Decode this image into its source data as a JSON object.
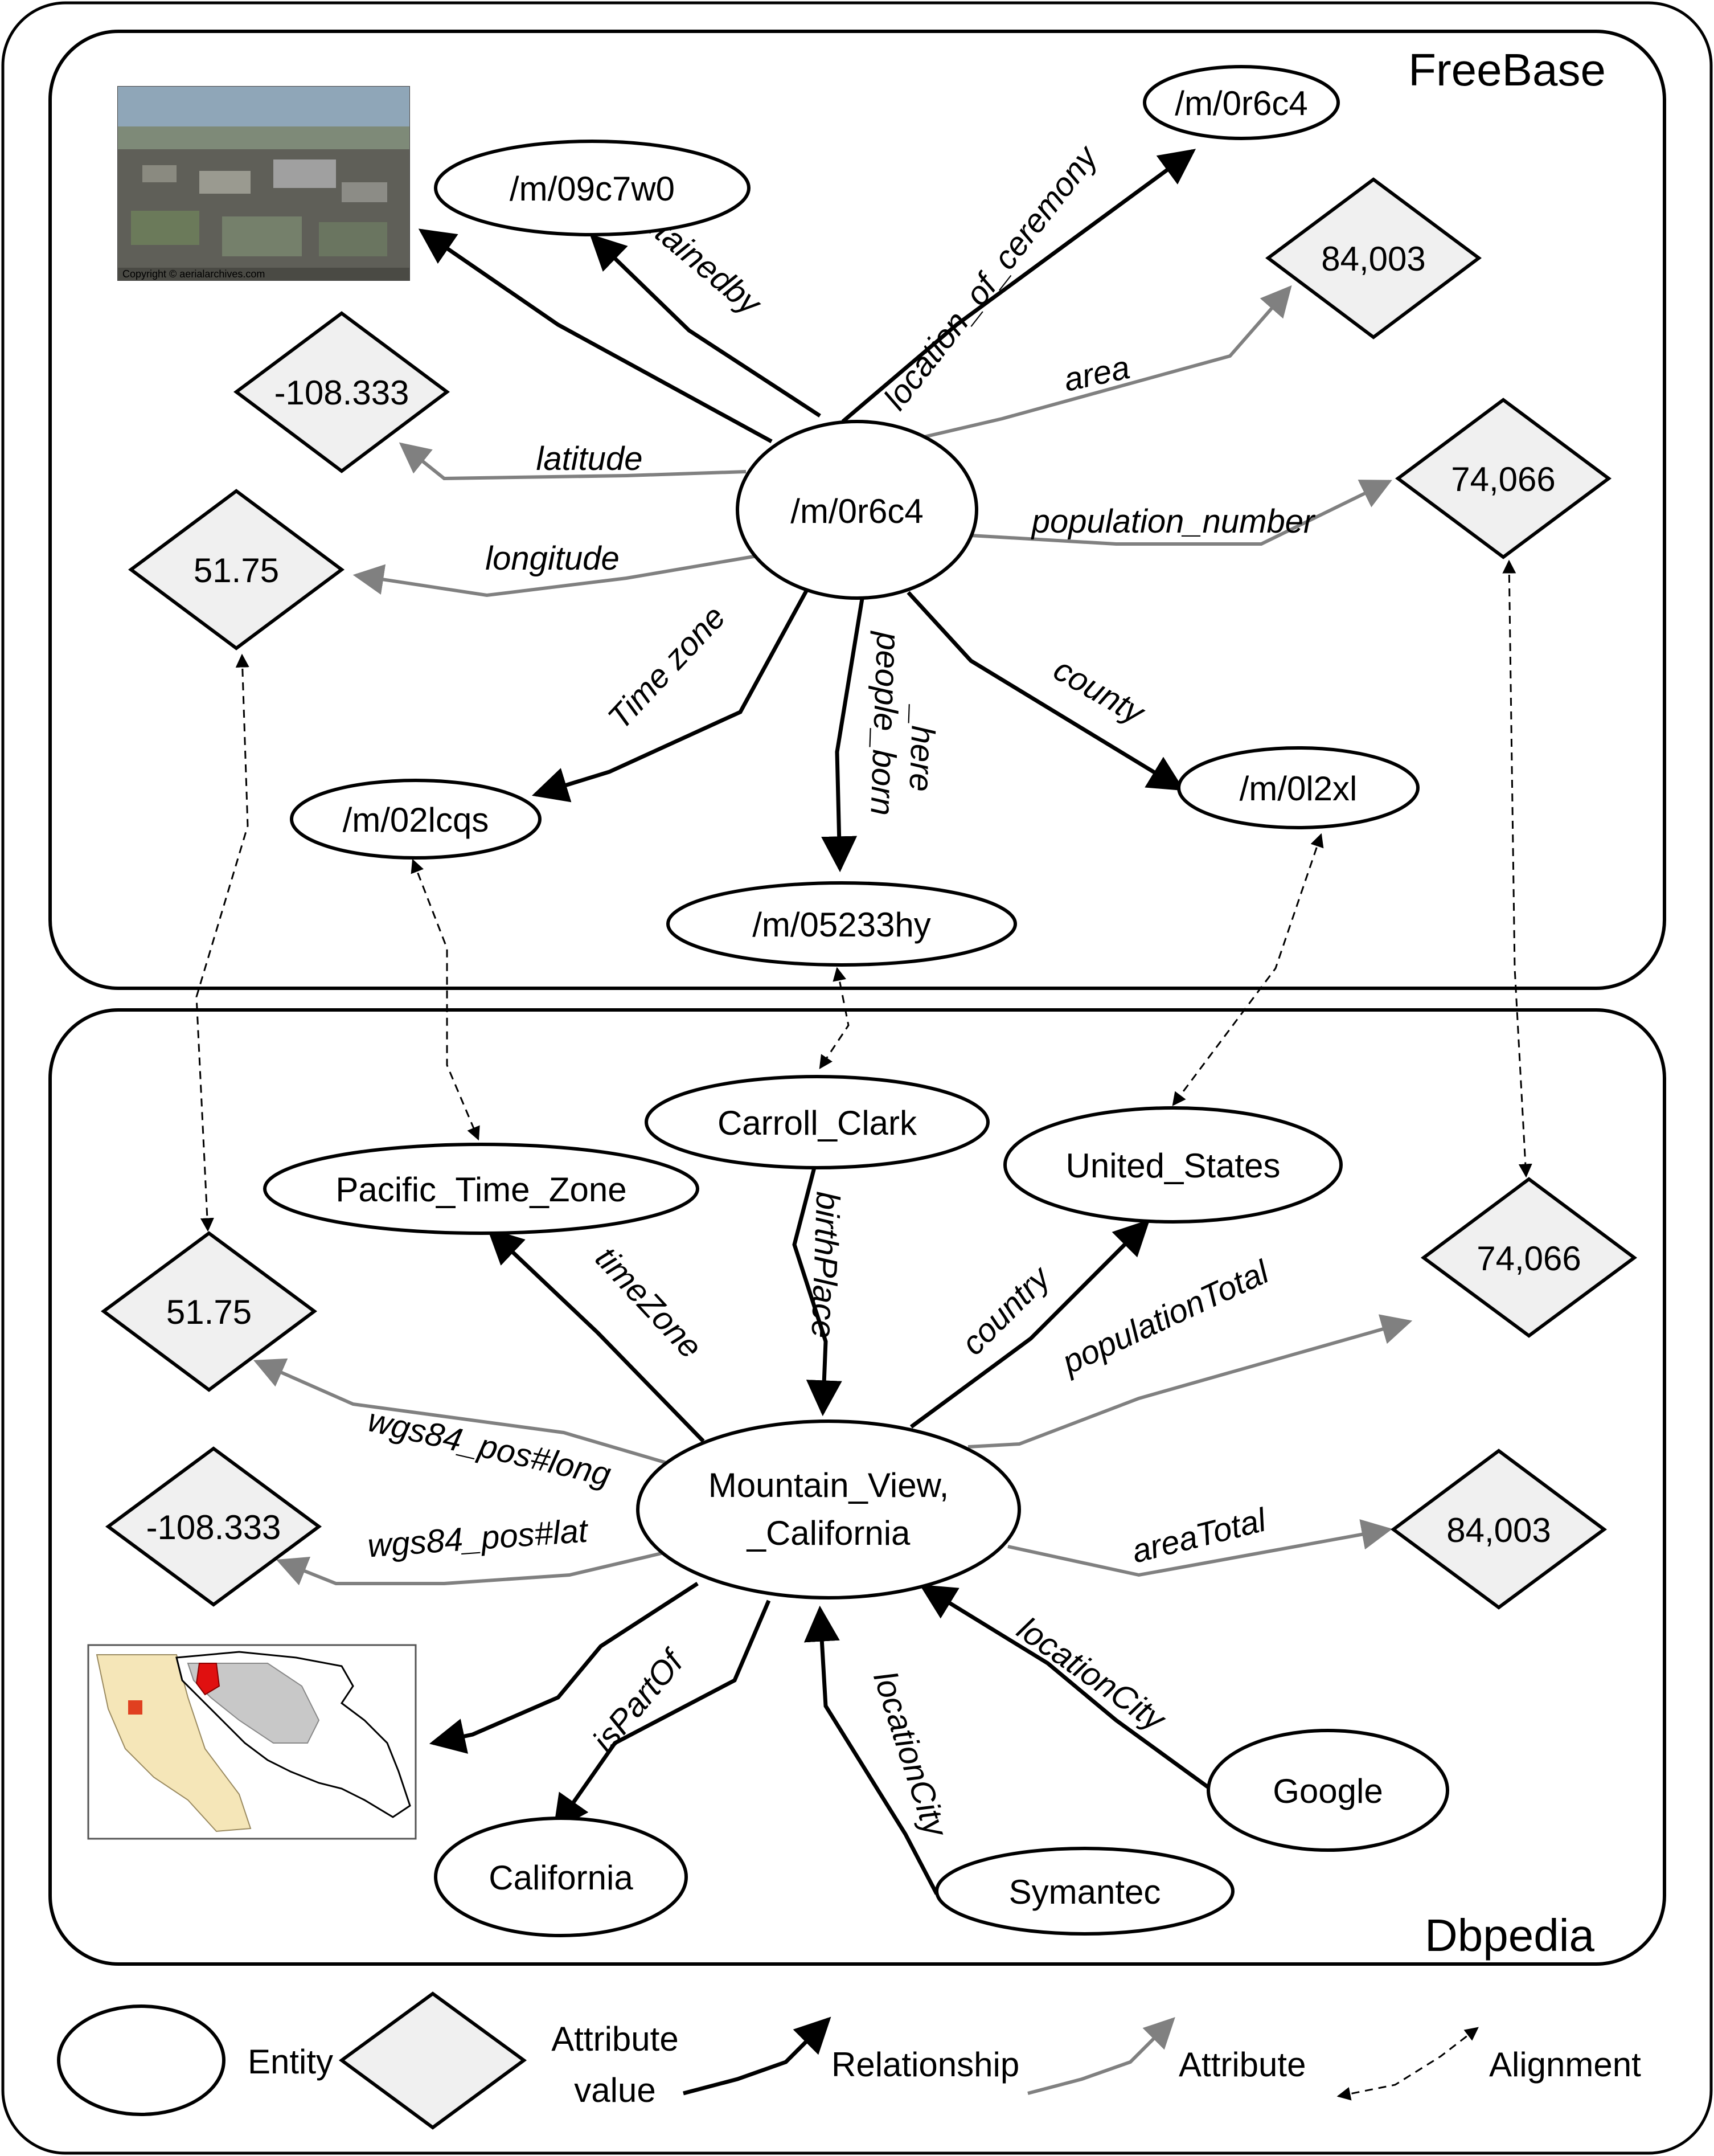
{
  "freebase": {
    "title": "FreeBase",
    "center": "/m/0r6c4",
    "entities": {
      "top_right": "/m/0r6c4",
      "top_left": "/m/09c7w0",
      "time_zone": "/m/02lcqs",
      "born": "/m/05233hy",
      "county": "/m/0l2xl"
    },
    "values": {
      "area": "84,003",
      "latitude": "-108.333",
      "longitude": "51.75",
      "population": "74,066"
    },
    "relations": {
      "containedby": "containedby",
      "location_of_ceremony": "location_of_ceremony",
      "area": "area",
      "latitude": "latitude",
      "longitude": "longitude",
      "population_number": "population_number",
      "time_zone": "Time zone",
      "people_born_here_1": "people_born",
      "people_born_here_2": "_here",
      "county": "county"
    },
    "image_caption": "Copyright © aerialarchives.com"
  },
  "dbpedia": {
    "title": "Dbpedia",
    "center_line1": "Mountain_View,",
    "center_line2": "_California",
    "entities": {
      "carroll": "Carroll_Clark",
      "pacific": "Pacific_Time_Zone",
      "united_states": "United_States",
      "california": "California",
      "symantec": "Symantec",
      "google": "Google"
    },
    "values": {
      "long": "51.75",
      "lat": "-108.333",
      "population": "74,066",
      "area": "84,003"
    },
    "relations": {
      "timeZone": "timeZone",
      "birthPlace": "birthPlace",
      "country": "country",
      "populationTotal": "populationTotal",
      "long": "wgs84_pos#long",
      "lat": "wgs84_pos#lat",
      "areaTotal": "areaTotal",
      "isPartOf": "isPartOf",
      "locationCity_1": "locationCity",
      "locationCity_2": "locationCity"
    }
  },
  "legend": {
    "entity": "Entity",
    "attribute_value_1": "Attribute",
    "attribute_value_2": "value",
    "relationship": "Relationship",
    "attribute": "Attribute",
    "alignment": "Alignment"
  },
  "colors": {
    "relationship": "#000000",
    "attribute": "#808080",
    "value_fill": "#f0f0f0"
  }
}
